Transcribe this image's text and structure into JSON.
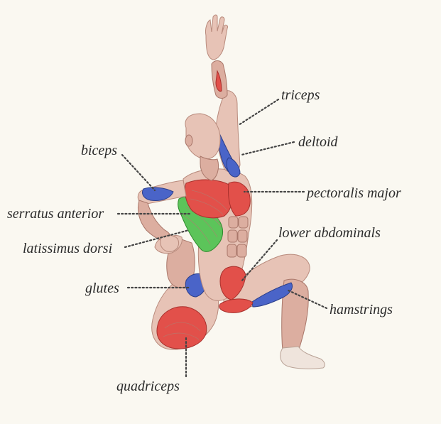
{
  "labels": {
    "triceps": "triceps",
    "deltoid": "deltoid",
    "biceps": "biceps",
    "pectoralis_major": "pectoralis major",
    "serratus_anterior": "serratus anterior",
    "lower_abdominals": "lower abdominals",
    "latissimus_dorsi": "latissimus dorsi",
    "glutes": "glutes",
    "hamstrings": "hamstrings",
    "quadriceps": "quadriceps"
  },
  "colors": {
    "background": "#faf8f1",
    "highlight_red": "#e2504a",
    "highlight_blue": "#4a64c8",
    "highlight_green": "#5cc45a",
    "skin": "#e7c3b6"
  }
}
